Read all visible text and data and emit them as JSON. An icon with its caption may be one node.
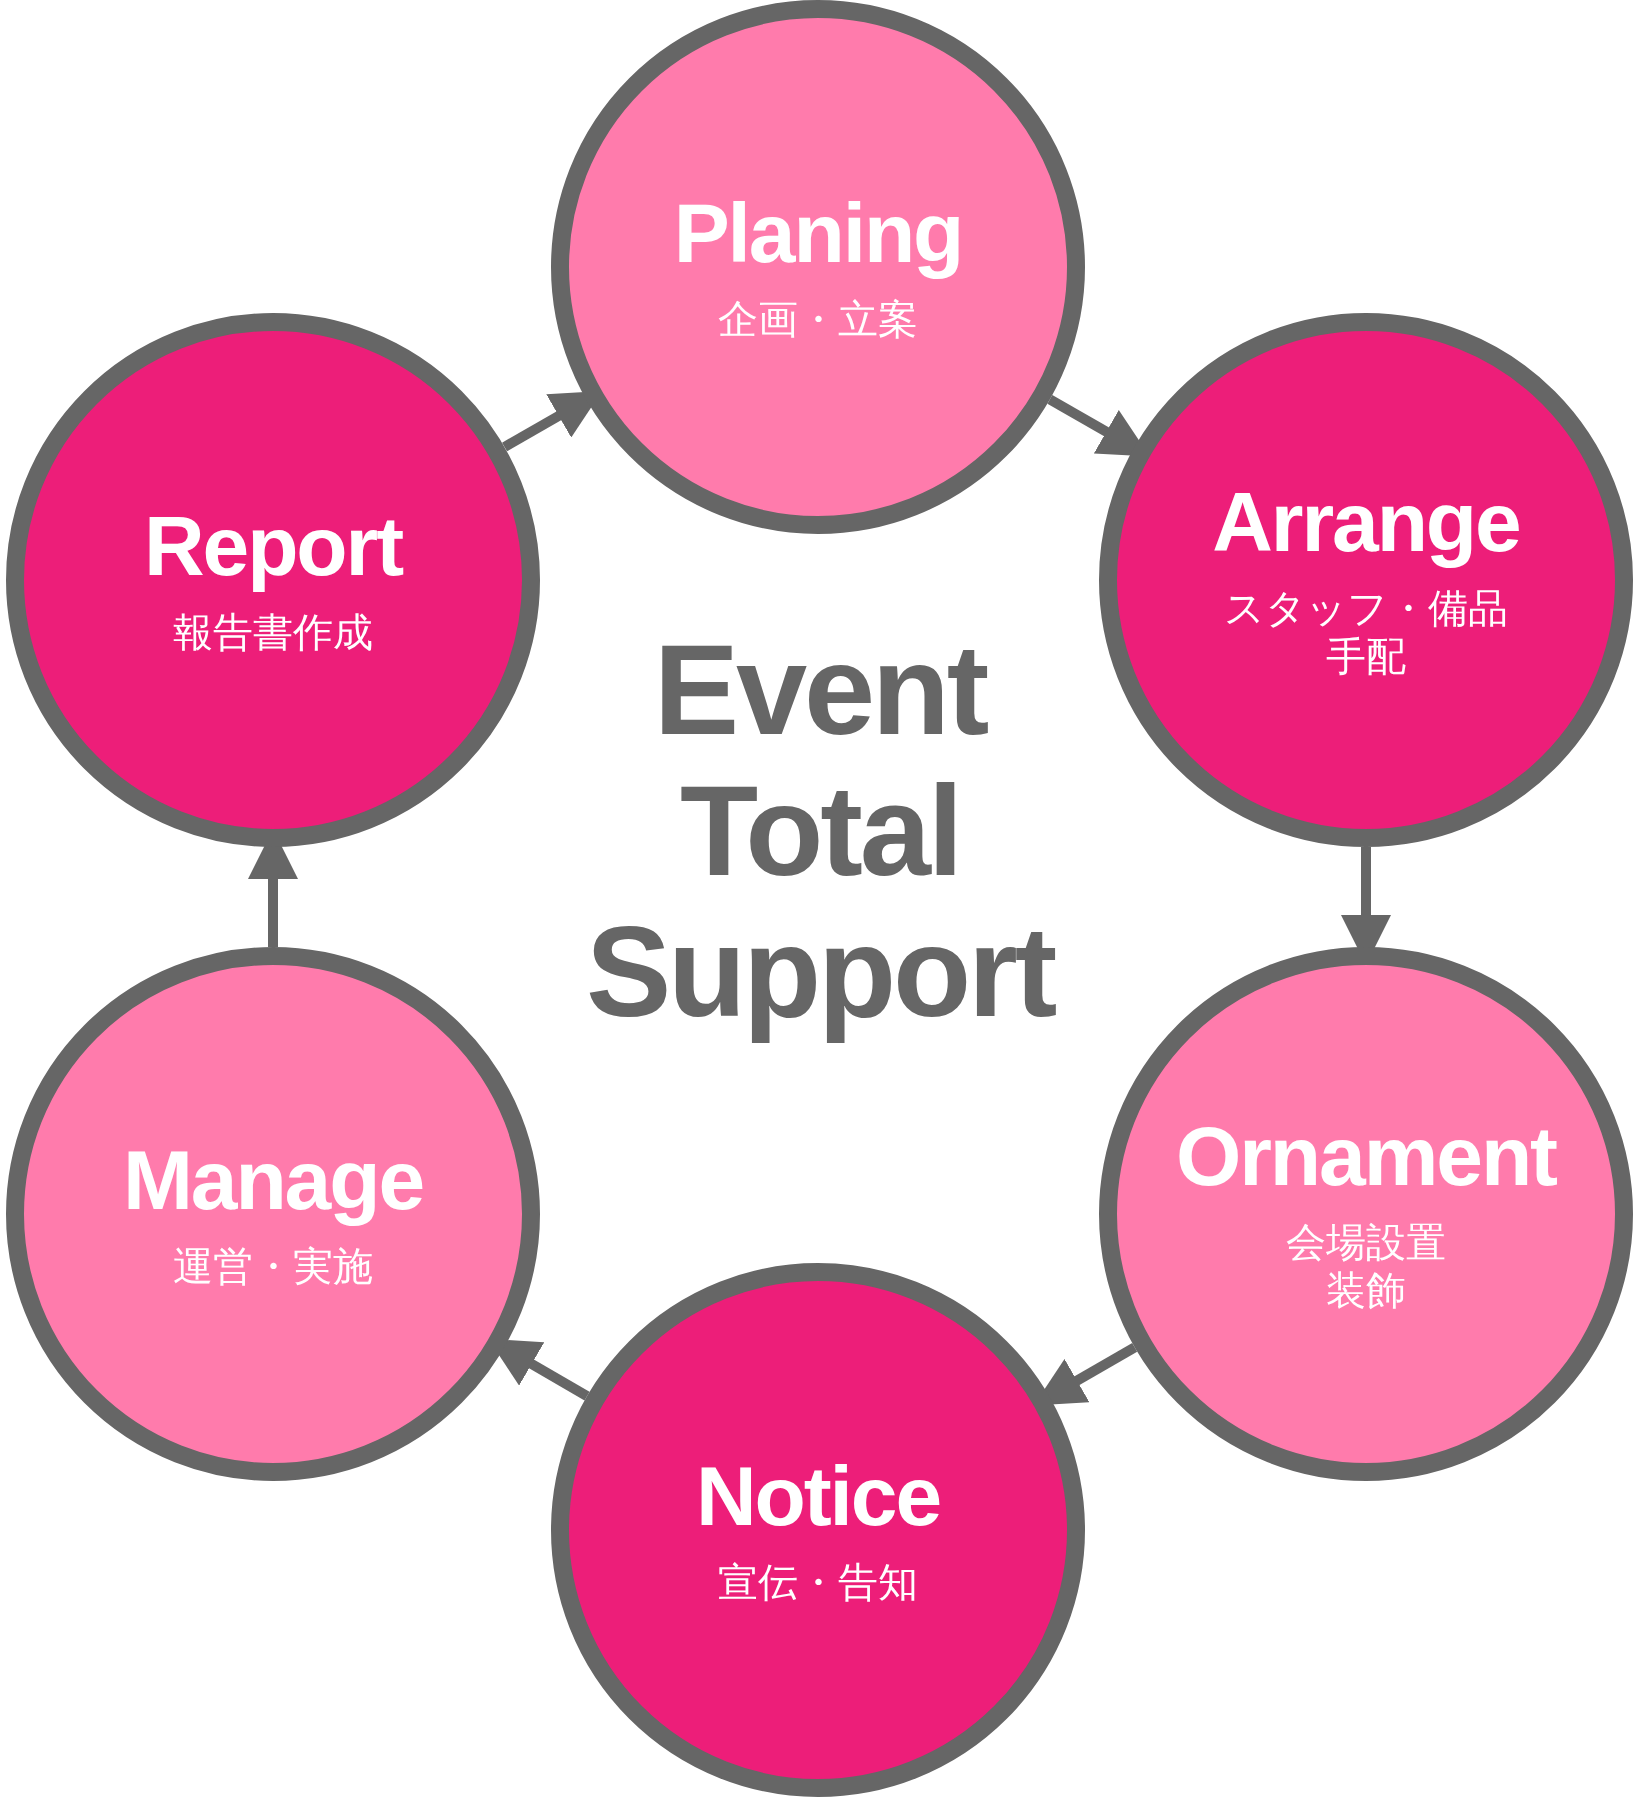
{
  "diagram": {
    "nodes": [
      {
        "text": [
          "Planing",
          "企画・立案"
        ]
      },
      {
        "text": [
          "Arrange",
          "スタッフ・備品手配"
        ]
      },
      {
        "text": [
          "Ornament",
          "会場設置装飾"
        ]
      },
      {
        "text": [
          "Notice",
          "宣伝・告知"
        ]
      },
      {
        "text": [
          "Manage",
          "運営・実施"
        ]
      },
      {
        "text": [
          "Report",
          "報告書作成"
        ]
      }
    ],
    "edges": [
      {
        "from": 0,
        "to": 1,
        "arrow": "to"
      },
      {
        "from": 1,
        "to": 2,
        "arrow": "to"
      },
      {
        "from": 2,
        "to": 3,
        "arrow": "to"
      },
      {
        "from": 3,
        "to": 4,
        "arrow": "to"
      },
      {
        "from": 4,
        "to": 5,
        "arrow": "to"
      },
      {
        "from": 5,
        "to": 0,
        "arrow": "to"
      }
    ],
    "labels": [
      "Event Total Support"
    ]
  }
}
